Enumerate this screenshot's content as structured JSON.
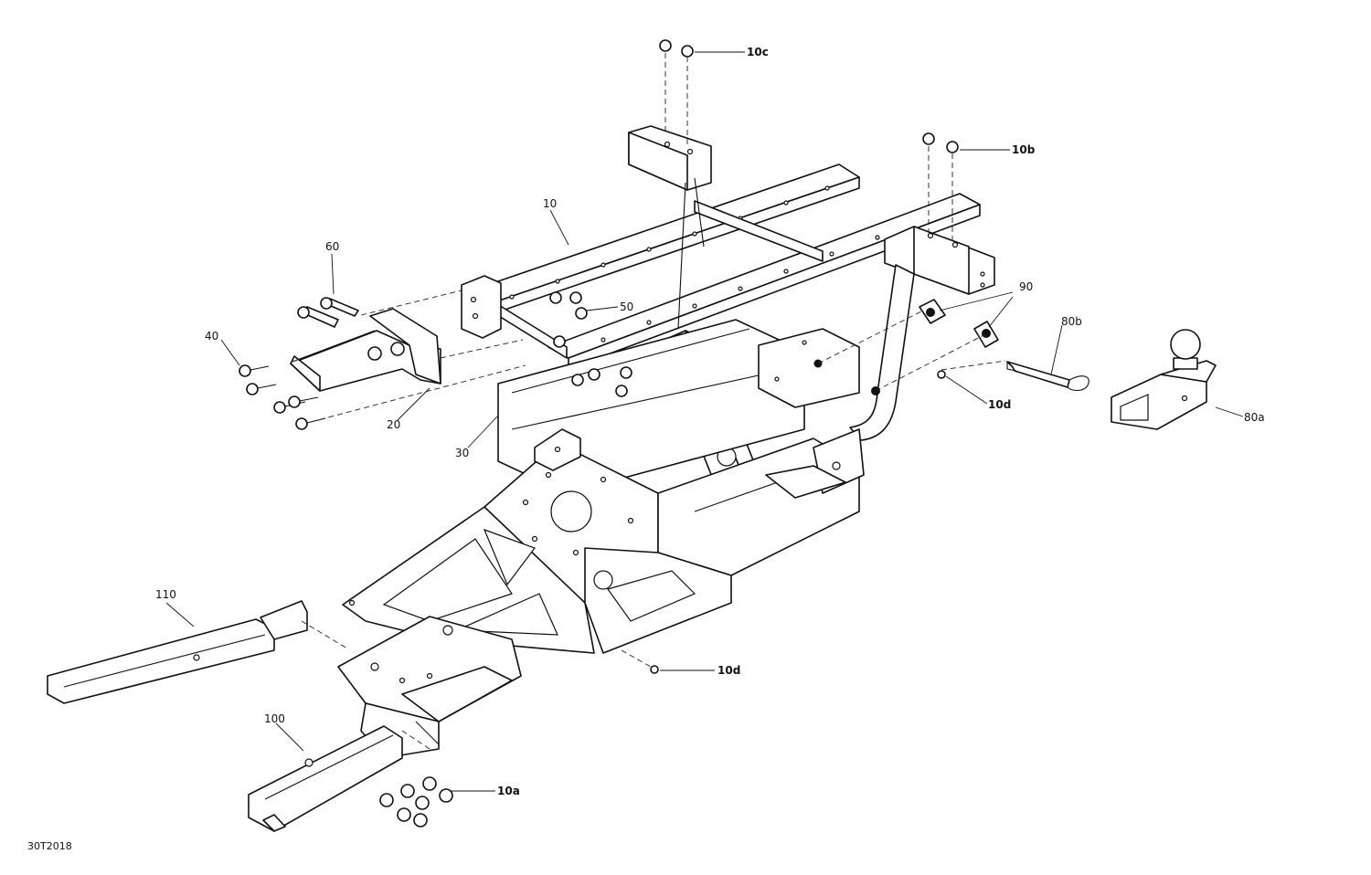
{
  "callouts": {
    "c10": "10",
    "c10a": "10a",
    "c10b": "10b",
    "c10c": "10c",
    "c10d_right": "10d",
    "c10d_bottom": "10d",
    "c20": "20",
    "c30": "30",
    "c40": "40",
    "c50": "50",
    "c60": "60",
    "c80a": "80a",
    "c80b": "80b",
    "c90": "90",
    "c100": "100",
    "c110": "110"
  },
  "drawing_id": "30T2018"
}
